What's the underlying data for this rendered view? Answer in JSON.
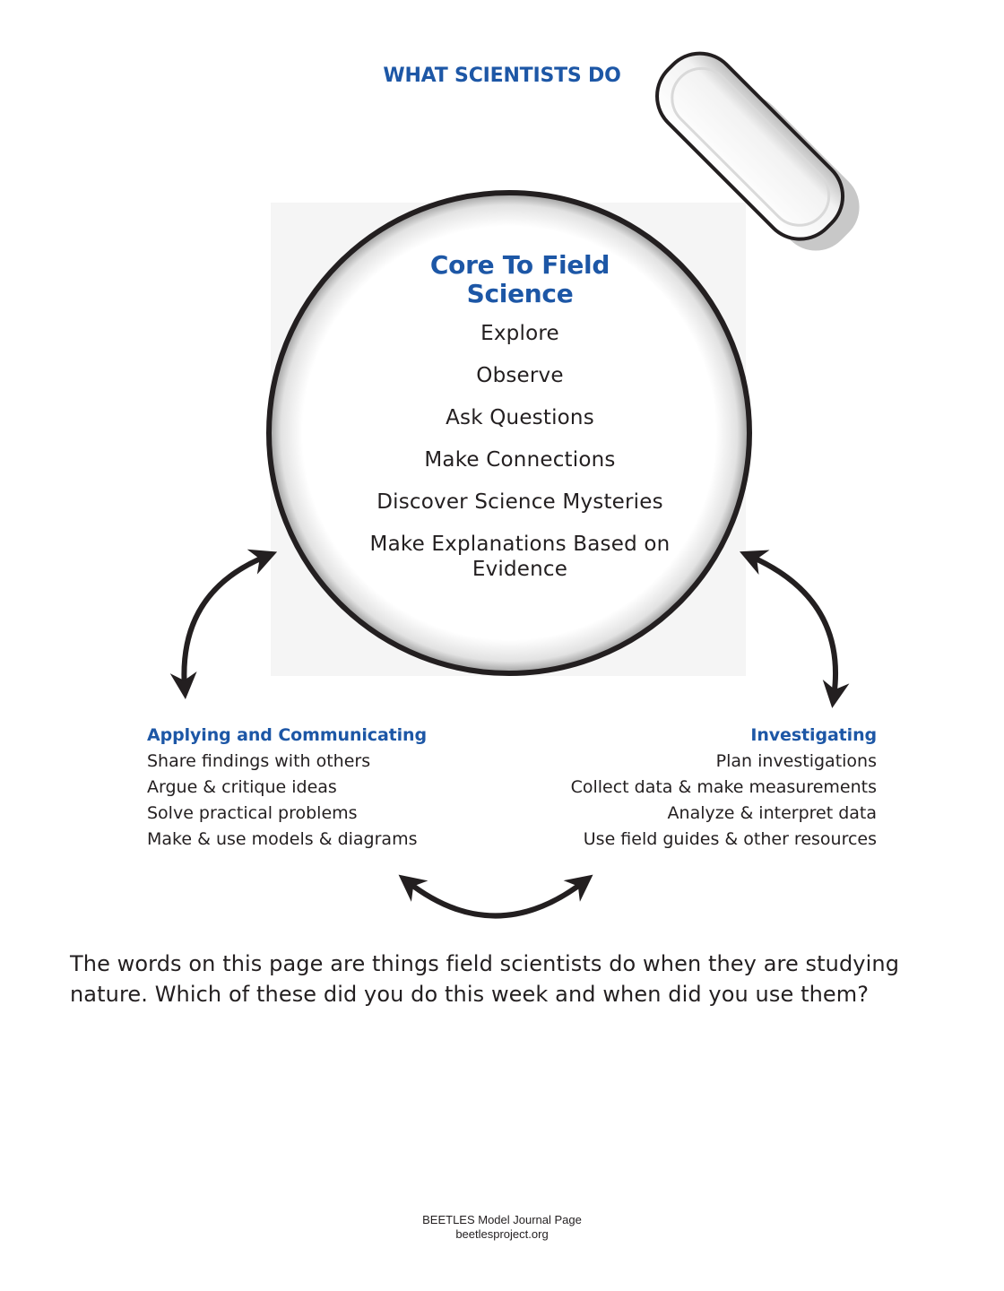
{
  "title": "WHAT SCIENTISTS DO",
  "core": {
    "title": "Core To Field Science",
    "items": [
      "Explore",
      "Observe",
      "Ask Questions",
      "Make Connections",
      "Discover Science Mysteries",
      "Make Explanations Based on Evidence"
    ]
  },
  "applying": {
    "heading": "Applying and Communicating",
    "items": [
      "Share findings with others",
      "Argue & critique ideas",
      "Solve practical problems",
      "Make & use models & diagrams"
    ]
  },
  "investigating": {
    "heading": "Investigating",
    "items": [
      "Plan investigations",
      "Collect data & make measurements",
      "Analyze & interpret data",
      "Use field guides & other resources"
    ]
  },
  "question": "The words on this page are things field scientists do when they are studying nature. Which of these did you do this week and when did you use them?",
  "footer": {
    "line1": "BEETLES Model Journal Page",
    "line2": "beetlesproject.org"
  },
  "colors": {
    "accent": "#1d57a6",
    "text": "#231f20"
  }
}
